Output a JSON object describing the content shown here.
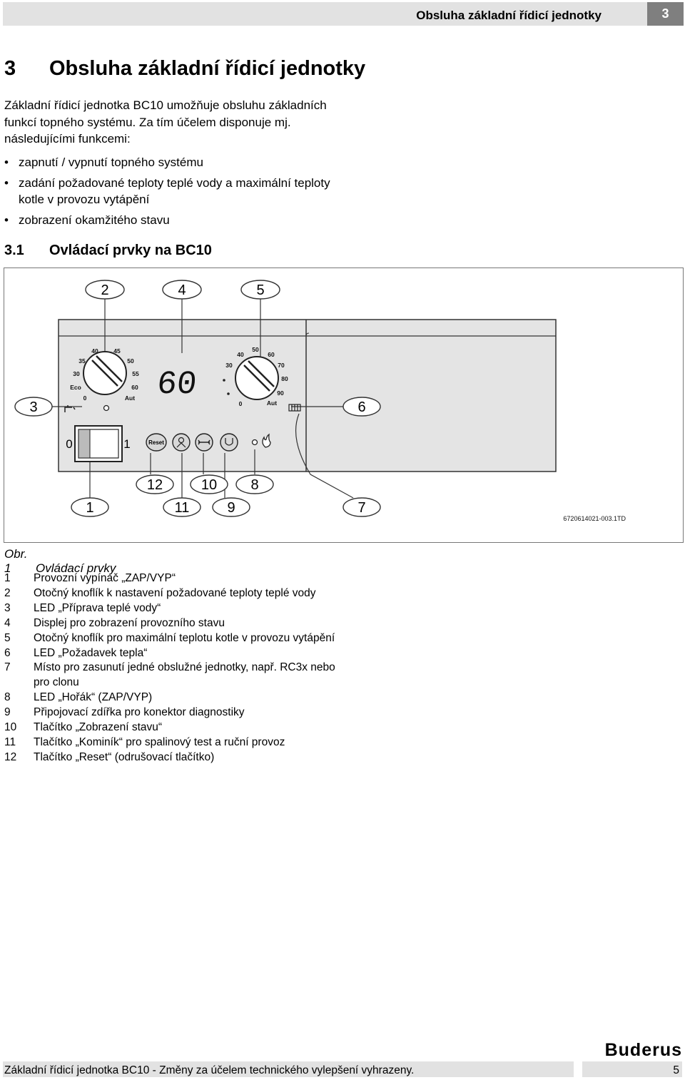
{
  "header": {
    "title": "Obsluha základní řídicí jednotky",
    "chapter_num": "3"
  },
  "heading": {
    "num": "3",
    "text": "Obsluha základní řídicí jednotky"
  },
  "intro": "Základní řídicí jednotka BC10 umožňuje obsluhu základních funkcí topného systému. Za tím účelem disponuje mj. následujícími funkcemi:",
  "bullets": [
    "zapnutí / vypnutí topného systému",
    "zadání požadované teploty teplé vody a maximální teploty kotle v provozu vytápění",
    "zobrazení okamžitého stavu"
  ],
  "subheading": {
    "num": "3.1",
    "text": "Ovládací prvky na BC10"
  },
  "figure": {
    "callouts": [
      "1",
      "2",
      "3",
      "4",
      "5",
      "6",
      "7",
      "8",
      "9",
      "10",
      "11",
      "12"
    ],
    "display_value": "60",
    "knob_left_scale": [
      "40",
      "45",
      "35",
      "50",
      "30",
      "55",
      "Eco",
      "60",
      "0",
      "Aut"
    ],
    "knob_right_scale": [
      "50",
      "40",
      "60",
      "30",
      "70",
      "80",
      "90",
      "0",
      "Aut"
    ],
    "switch_off": "0",
    "switch_on": "1",
    "reset_label": "Reset",
    "ref_code": "6720614021-003.1TD"
  },
  "caption": {
    "num": "Obr. 1",
    "text": "Ovládací prvky"
  },
  "legend": [
    {
      "n": "1",
      "t": "Provozní vypínač „ZAP/VYP“"
    },
    {
      "n": "2",
      "t": "Otočný knoflík k nastavení požadované teploty teplé vody"
    },
    {
      "n": "3",
      "t": "LED „Příprava teplé vody“"
    },
    {
      "n": "4",
      "t": "Displej pro zobrazení provozního stavu"
    },
    {
      "n": "5",
      "t": "Otočný knoflík pro maximální teplotu kotle v provozu vytápění"
    },
    {
      "n": "6",
      "t": "LED „Požadavek tepla“"
    },
    {
      "n": "7",
      "t": "Místo pro zasunutí jedné obslužné jednotky, např. RC3x nebo pro clonu"
    },
    {
      "n": "8",
      "t": "LED „Hořák“ (ZAP/VYP)"
    },
    {
      "n": "9",
      "t": "Připojovací zdířka pro konektor diagnostiky"
    },
    {
      "n": "10",
      "t": "Tlačítko „Zobrazení stavu“"
    },
    {
      "n": "11",
      "t": "Tlačítko „Kominík“ pro spalinový test a ruční provoz"
    },
    {
      "n": "12",
      "t": "Tlačítko „Reset“ (odrušovací tlačítko)"
    }
  ],
  "footer": {
    "text": "Základní řídicí jednotka BC10 - Změny za účelem technického vylepšení vyhrazeny.",
    "page": "5",
    "logo": "Buderus"
  }
}
